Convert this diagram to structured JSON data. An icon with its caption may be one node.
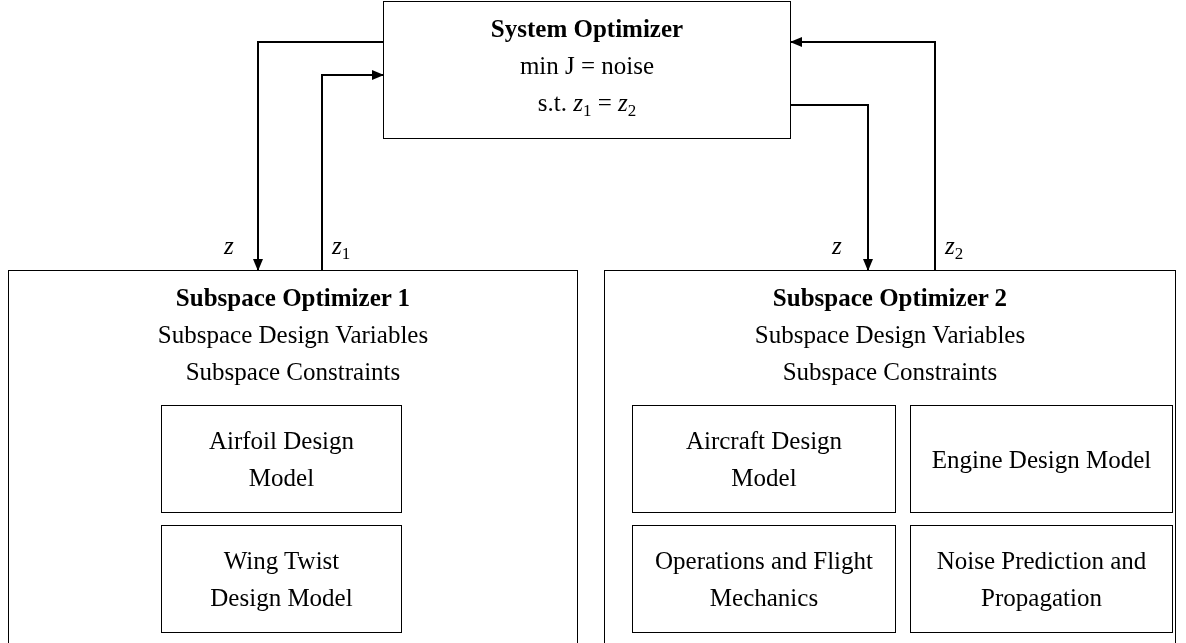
{
  "diagram": {
    "nodes": [
      {
        "text": [
          "System Optimizer",
          "min J = noise",
          "s.t. *z*$_{1}$ = *z*$_{2}$"
        ]
      },
      {
        "text": [
          "Subspace Optimizer 1",
          "Subspace Design Variables",
          "Subspace Constraints"
        ]
      },
      {
        "text": [
          "Airfoil Design Model"
        ],
        "in": 1
      },
      {
        "text": [
          "Wing Twist Design Model"
        ],
        "in": 1
      },
      {
        "text": [
          "Subspace Optimizer 2",
          "Subspace Design Variables",
          "Subspace Constraints"
        ]
      },
      {
        "text": [
          "Aircraft Design Model"
        ],
        "in": 4
      },
      {
        "text": [
          "Engine Design Model"
        ],
        "in": 4
      },
      {
        "text": [
          "Operations and Flight Mechanics"
        ],
        "in": 4
      },
      {
        "text": [
          "Noise Prediction and Propagation"
        ],
        "in": 4
      }
    ],
    "edges": [
      {
        "from": 0,
        "to": 1,
        "arrow": "to",
        "label": "z"
      },
      {
        "from": 1,
        "to": 0,
        "arrow": "to",
        "label": "z$_{1}$"
      },
      {
        "from": 0,
        "to": 4,
        "arrow": "to",
        "label": "z"
      },
      {
        "from": 4,
        "to": 0,
        "arrow": "to",
        "label": "z$_{2}$"
      }
    ]
  }
}
